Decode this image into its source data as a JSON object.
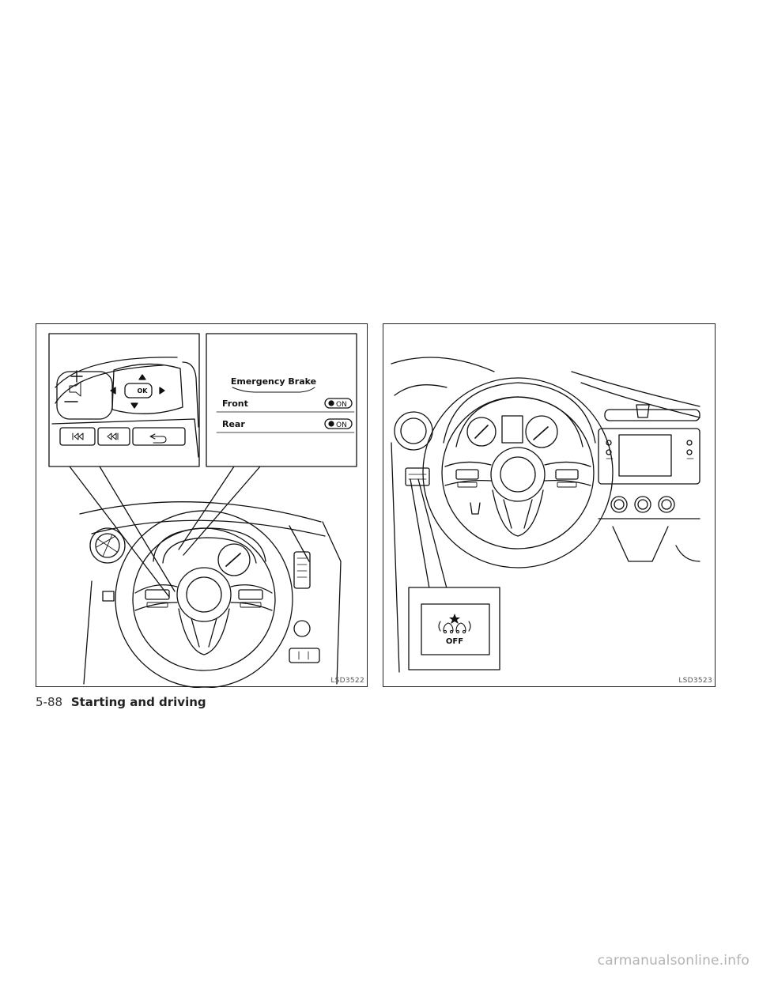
{
  "figures": {
    "left": {
      "code": "LSD3522",
      "steering_controls": {
        "plus": "+",
        "minus": "–",
        "ok": "OK"
      },
      "display": {
        "title": "Emergency Brake",
        "rows": [
          {
            "label": "Front",
            "state": "ON"
          },
          {
            "label": "Rear",
            "state": "ON"
          }
        ]
      }
    },
    "right": {
      "code": "LSD3523",
      "switch_label": "OFF"
    }
  },
  "footer": {
    "page_number": "5-88",
    "section_title": "Starting and driving"
  },
  "watermark": "carmanualsonline.info"
}
